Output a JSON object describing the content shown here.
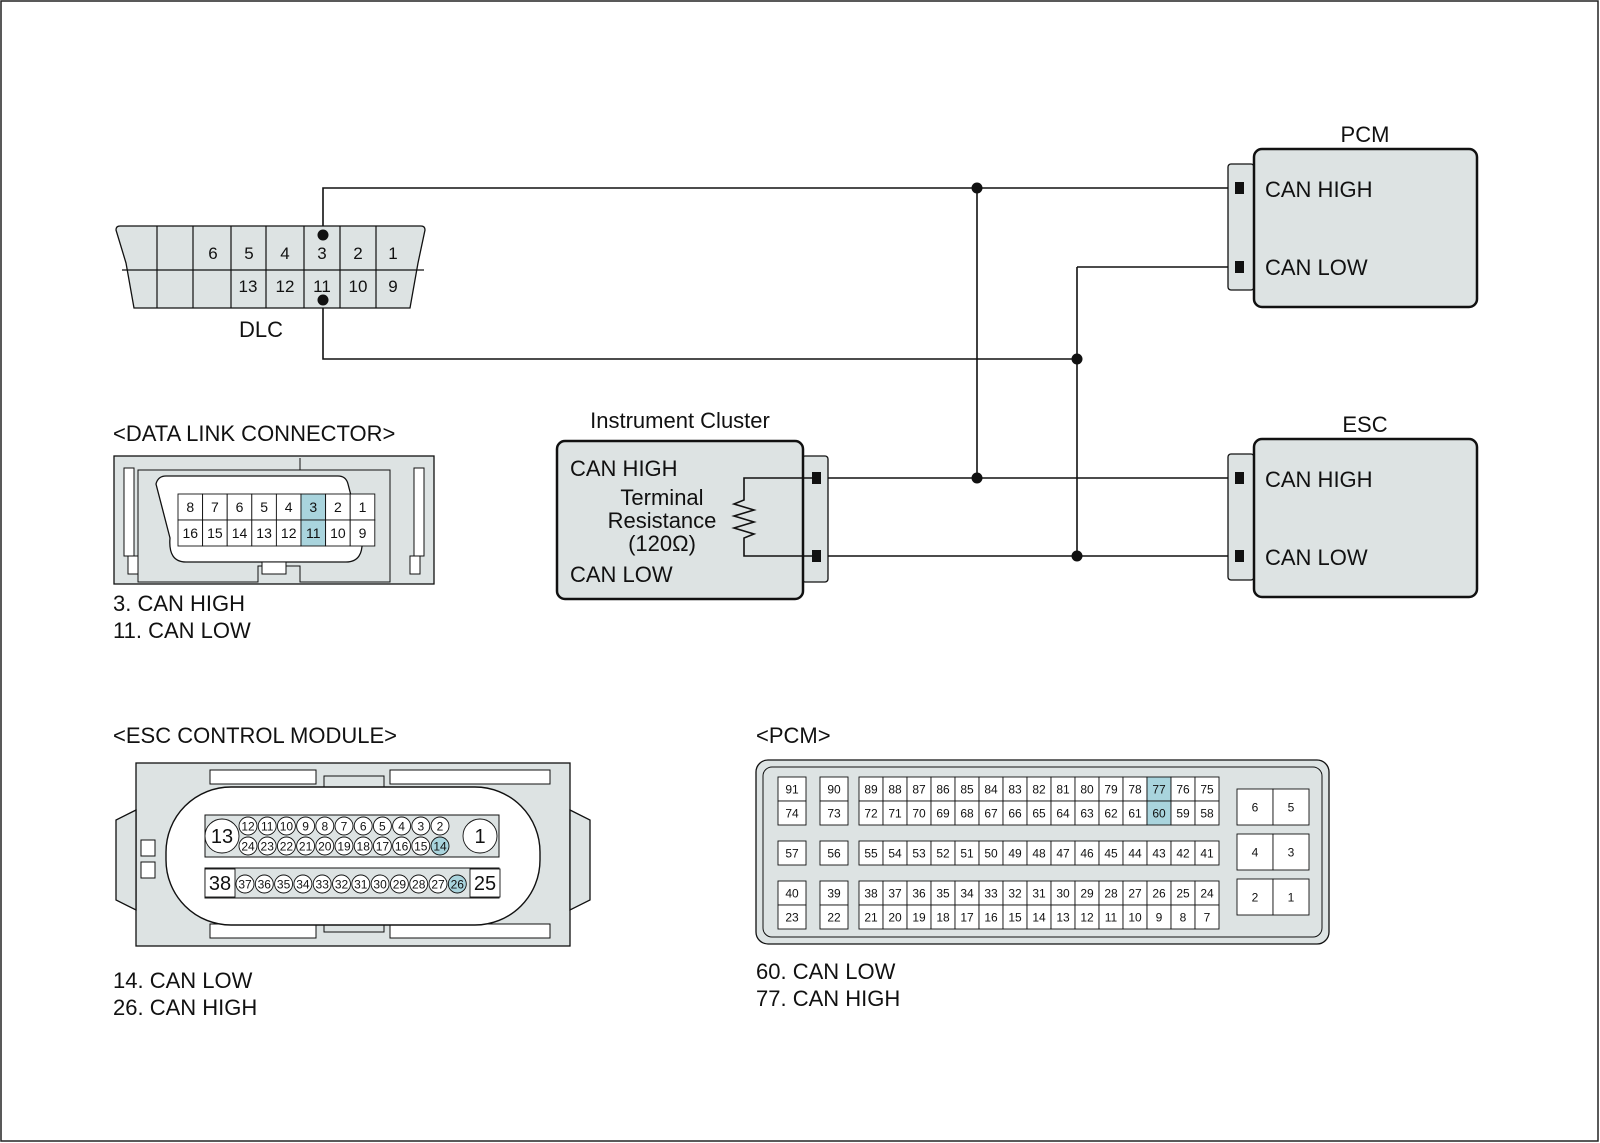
{
  "colors": {
    "module_fill": "#dde3e3",
    "highlight": "#a9d4dd",
    "line": "#111111"
  },
  "dlc": {
    "label": "DLC",
    "top_row": [
      "6",
      "5",
      "4",
      "3",
      "2",
      "1"
    ],
    "bottom_row": [
      "13",
      "12",
      "11",
      "10",
      "9"
    ]
  },
  "pcm_module": {
    "title": "PCM",
    "can_high": "CAN HIGH",
    "can_low": "CAN LOW"
  },
  "esc_module": {
    "title": "ESC",
    "can_high": "CAN HIGH",
    "can_low": "CAN LOW"
  },
  "cluster": {
    "title": "Instrument Cluster",
    "can_high": "CAN HIGH",
    "can_low": "CAN LOW",
    "terminal_line1": "Terminal",
    "terminal_line2": "Resistance",
    "terminal_line3": "(120Ω)"
  },
  "data_link_connector": {
    "title": "<DATA LINK CONNECTOR>",
    "top_row": [
      "8",
      "7",
      "6",
      "5",
      "4",
      "3",
      "2",
      "1"
    ],
    "bottom_row": [
      "16",
      "15",
      "14",
      "13",
      "12",
      "11",
      "10",
      "9"
    ],
    "highlighted": [
      "3",
      "11"
    ],
    "notes": [
      "3. CAN HIGH",
      "11. CAN LOW"
    ]
  },
  "esc_control_module": {
    "title": "<ESC CONTROL MODULE>",
    "big_top_left": "13",
    "big_top_right": "1",
    "big_bottom_left": "38",
    "big_bottom_right": "25",
    "row1": [
      "12",
      "11",
      "10",
      "9",
      "8",
      "7",
      "6",
      "5",
      "4",
      "3",
      "2"
    ],
    "row2": [
      "24",
      "23",
      "22",
      "21",
      "20",
      "19",
      "18",
      "17",
      "16",
      "15",
      "14"
    ],
    "row3": [
      "37",
      "36",
      "35",
      "34",
      "33",
      "32",
      "31",
      "30",
      "29",
      "28",
      "27",
      "26"
    ],
    "highlighted": [
      "14",
      "26"
    ],
    "notes": [
      "14. CAN LOW",
      "26. CAN HIGH"
    ]
  },
  "pcm_connector": {
    "title": "<PCM>",
    "group_a": [
      [
        "91",
        "74"
      ],
      [
        "57"
      ],
      [
        "40",
        "23"
      ]
    ],
    "group_b": [
      [
        "90",
        "73"
      ],
      [
        "56"
      ],
      [
        "39",
        "22"
      ]
    ],
    "main_rows": [
      [
        "89",
        "88",
        "87",
        "86",
        "85",
        "84",
        "83",
        "82",
        "81",
        "80",
        "79",
        "78",
        "77",
        "76",
        "75"
      ],
      [
        "72",
        "71",
        "70",
        "69",
        "68",
        "67",
        "66",
        "65",
        "64",
        "63",
        "62",
        "61",
        "60",
        "59",
        "58"
      ],
      [
        "55",
        "54",
        "53",
        "52",
        "51",
        "50",
        "49",
        "48",
        "47",
        "46",
        "45",
        "44",
        "43",
        "42",
        "41"
      ],
      [
        "38",
        "37",
        "36",
        "35",
        "34",
        "33",
        "32",
        "31",
        "30",
        "29",
        "28",
        "27",
        "26",
        "25",
        "24"
      ],
      [
        "21",
        "20",
        "19",
        "18",
        "17",
        "16",
        "15",
        "14",
        "13",
        "12",
        "11",
        "10",
        "9",
        "8",
        "7"
      ]
    ],
    "right_pairs": [
      [
        "6",
        "5"
      ],
      [
        "4",
        "3"
      ],
      [
        "2",
        "1"
      ]
    ],
    "highlighted": [
      "77",
      "60"
    ],
    "notes": [
      "60. CAN LOW",
      "77. CAN HIGH"
    ]
  }
}
